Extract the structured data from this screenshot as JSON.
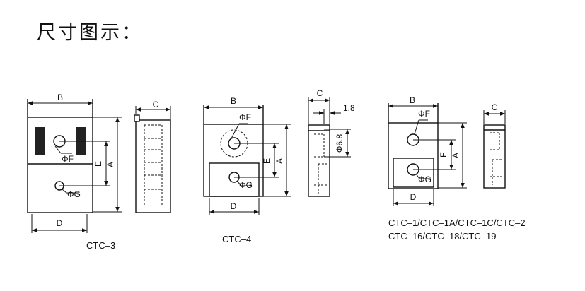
{
  "title": "尺寸图示：",
  "labels": {
    "B": "B",
    "C": "C",
    "D": "D",
    "E": "E",
    "A": "A",
    "phiF": "ΦF",
    "phiG": "ΦG",
    "t18": "1.8",
    "phi68": "Φ6.8"
  },
  "captions": {
    "ctc3": "CTC–3",
    "ctc4": "CTC–4",
    "ctc1_line1": "CTC–1/CTC–1A/CTC–1C/CTC–2",
    "ctc1_line2": "CTC–16/CTC–18/CTC–19"
  }
}
